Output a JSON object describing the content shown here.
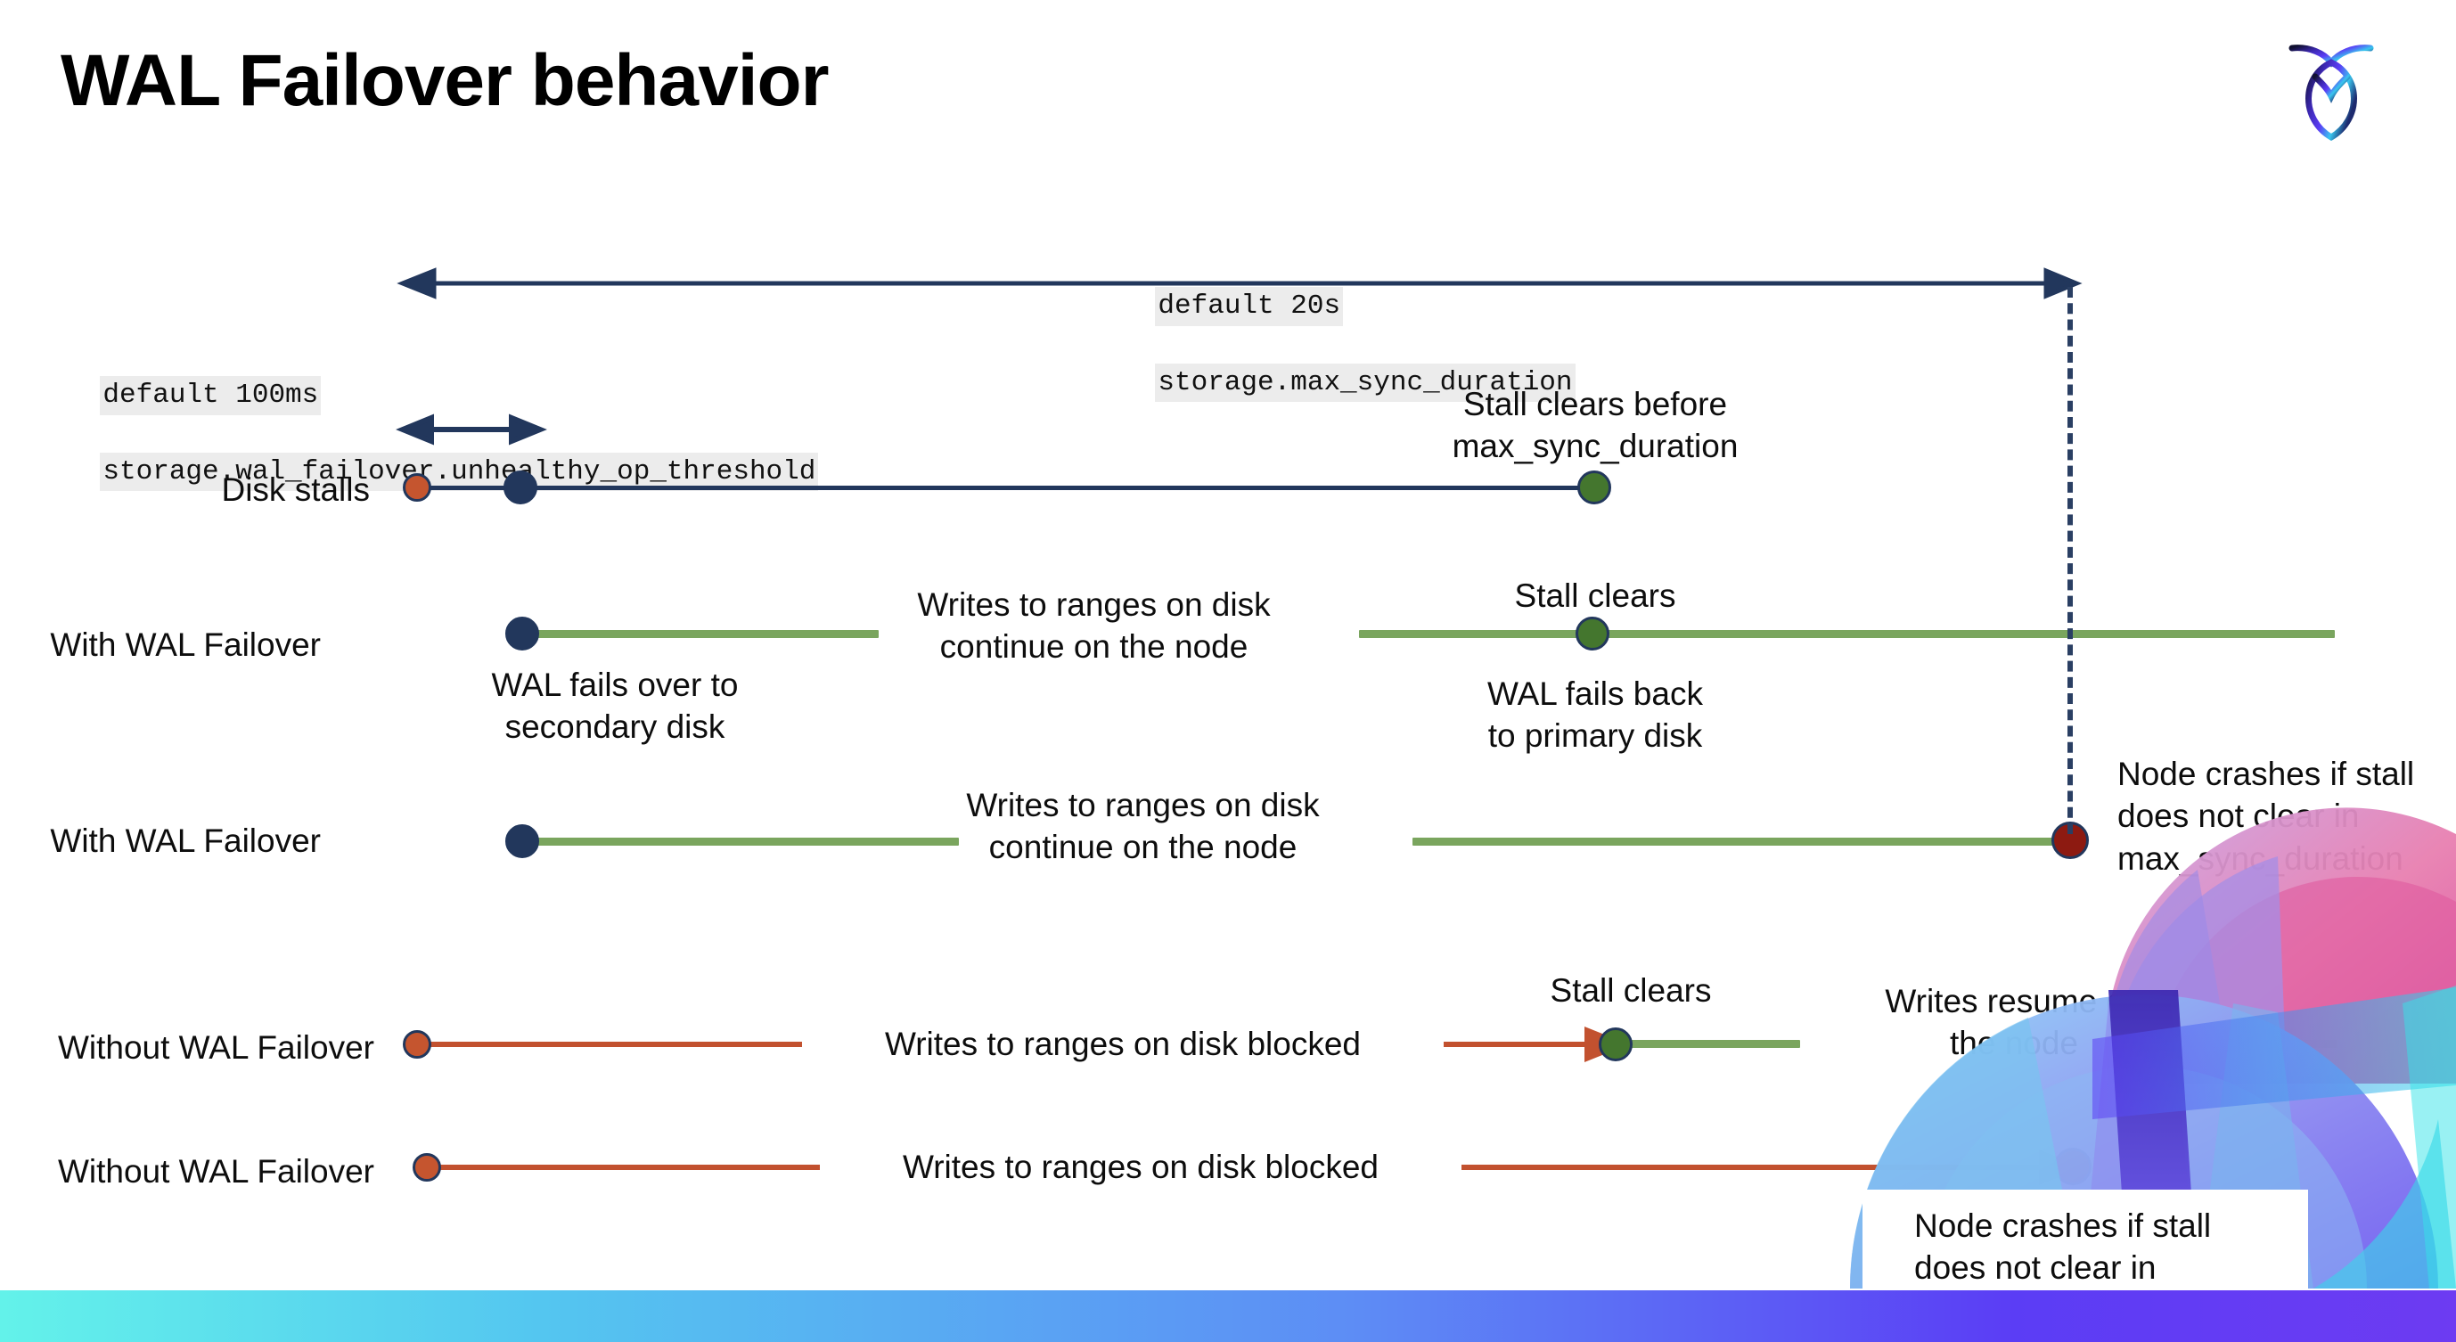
{
  "title": "WAL Failover behavior",
  "logo": {
    "name": "cockroachdb-logo"
  },
  "settings": {
    "max_sync": {
      "default": "default 20s",
      "name": "storage.max_sync_duration"
    },
    "unhealthy": {
      "default": "default 100ms",
      "name": "storage.wal_failover.unhealthy_op_threshold"
    }
  },
  "rows": {
    "disk_stalls": {
      "label": "Disk stalls"
    },
    "with_wal_1": {
      "label": "With WAL Failover"
    },
    "with_wal_2": {
      "label": "With WAL Failover"
    },
    "without_wal_1": {
      "label": "Without WAL Failover"
    },
    "without_wal_2": {
      "label": "Without WAL Failover"
    }
  },
  "annotations": {
    "stall_clears_before": "Stall clears before\nmax_sync_duration",
    "stall_clears_1": "Stall clears",
    "stall_clears_2": "Stall clears",
    "wal_fails_over": "WAL fails over to\nsecondary disk",
    "wal_fails_back": "WAL fails  back\nto primary disk",
    "writes_continue_1": "Writes to ranges on disk\ncontinue on the node",
    "writes_continue_2": "Writes to ranges on disk\ncontinue on the node",
    "writes_blocked_1": "Writes to ranges on disk  blocked",
    "writes_blocked_2": "Writes to ranges on disk  blocked",
    "writes_resume": "Writes resume on\nthe node",
    "node_crashes_1": "Node crashes if stall\ndoes not clear in\nmax_sync_duration",
    "node_crashes_2": "Node crashes if stall\ndoes not clear in\nmax_sync_duration"
  },
  "colors": {
    "navy": "#22375c",
    "orange": "#c5552f",
    "green_dot": "#44762e",
    "green_line": "#7aa55e",
    "dark_red": "#8d1a11",
    "red_line": "#c2512f",
    "code_bg": "#ececec",
    "bar_start": "#63f2ea",
    "bar_end": "#5b3df5"
  }
}
